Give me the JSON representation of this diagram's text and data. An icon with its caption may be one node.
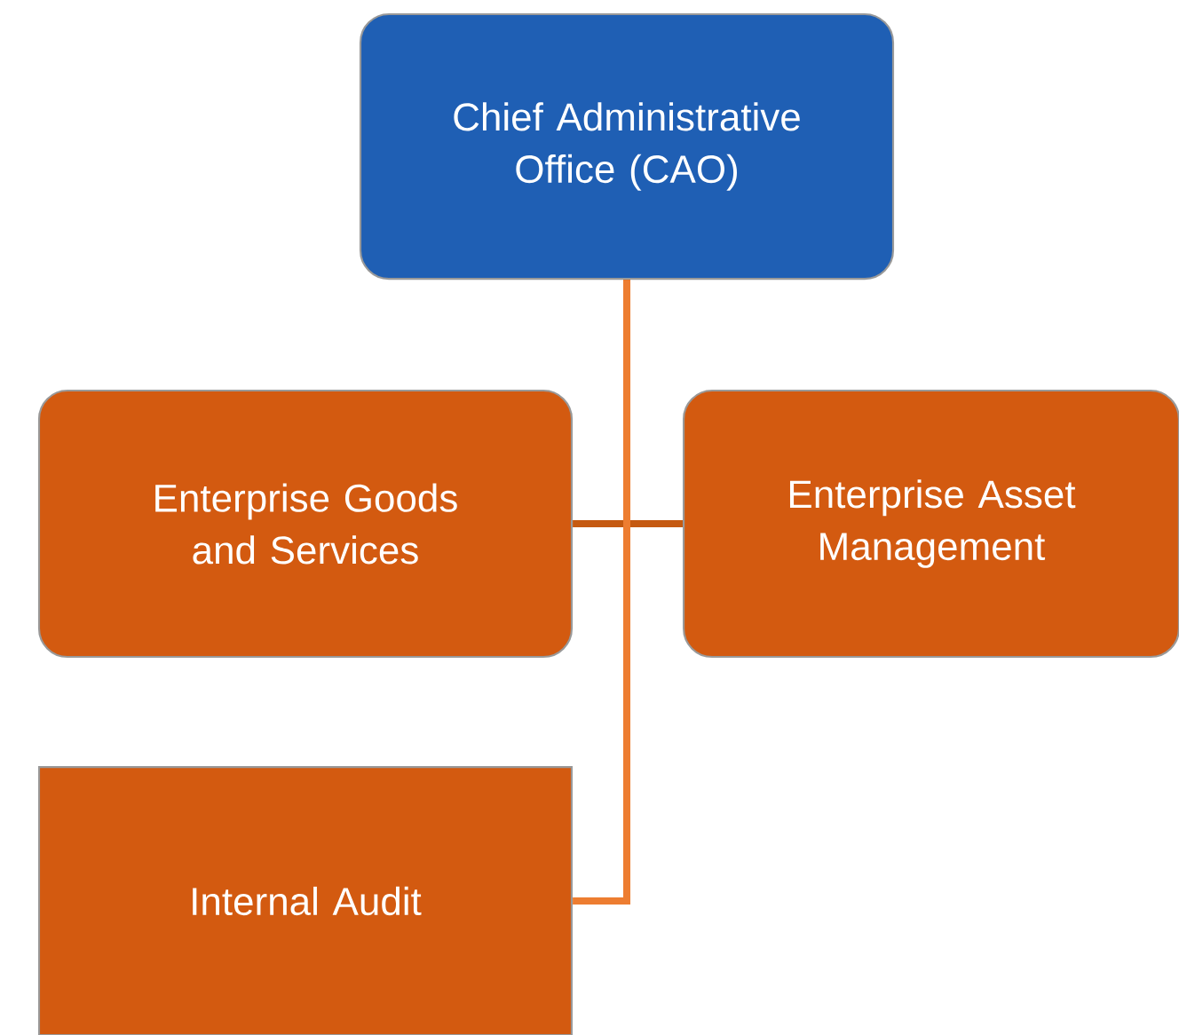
{
  "diagram": {
    "nodes": [
      {
        "text": [
          "Chief Administrative Office (CAO)"
        ]
      },
      {
        "text": [
          "Enterprise Goods and Services"
        ]
      },
      {
        "text": [
          "Enterprise Asset Management"
        ]
      },
      {
        "text": [
          "Internal Audit"
        ]
      }
    ],
    "edges": [
      {
        "from": 0,
        "to": 1,
        "arrow": "none"
      },
      {
        "from": 0,
        "to": 2,
        "arrow": "none"
      },
      {
        "from": 0,
        "to": 3,
        "arrow": "none",
        "color": "#ed7d31"
      }
    ]
  }
}
